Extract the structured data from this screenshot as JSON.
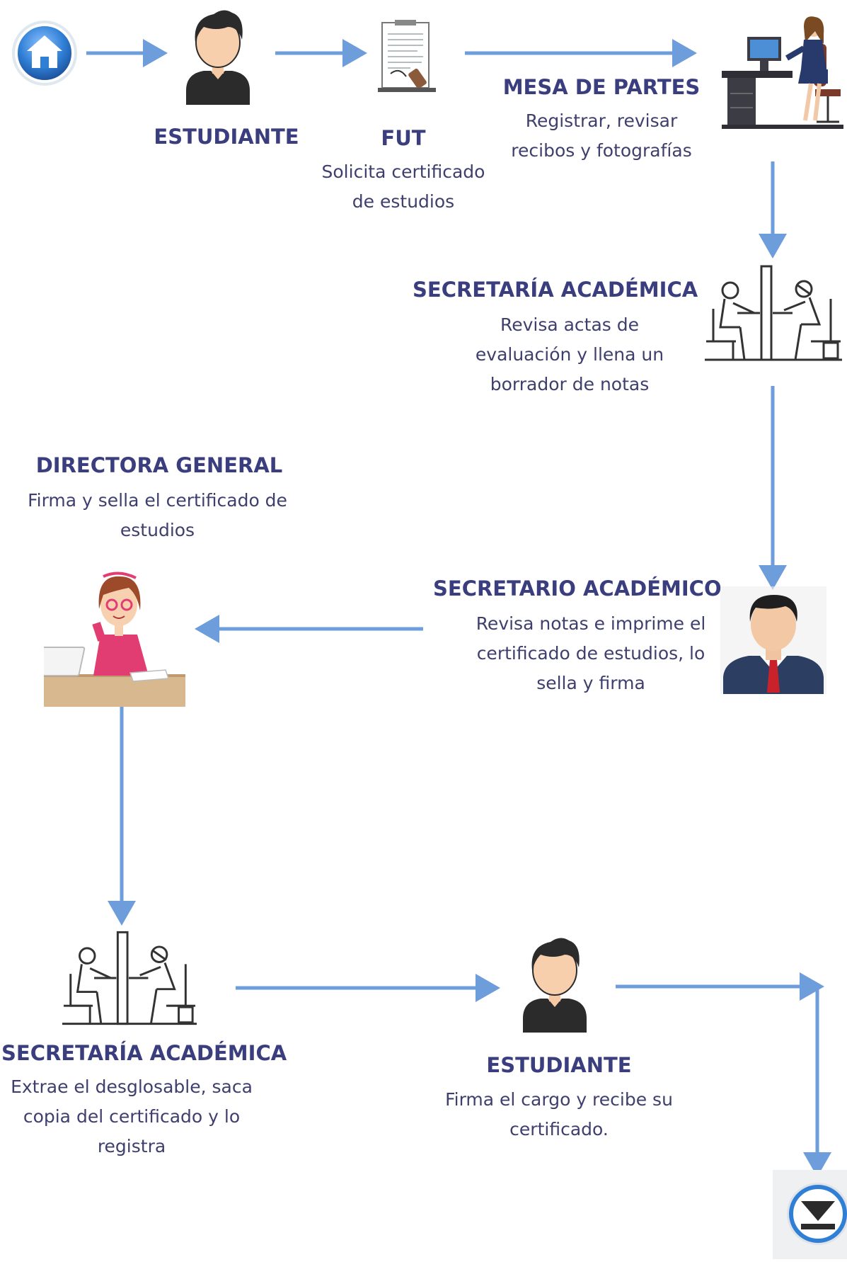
{
  "steps": {
    "estudiante_1": {
      "title": "ESTUDIANTE"
    },
    "fut": {
      "title": "FUT",
      "desc": [
        "Solicita certificado",
        "de estudios"
      ]
    },
    "mesa_partes": {
      "title": "MESA DE PARTES",
      "desc": [
        "Registrar, revisar",
        "recibos y fotografías"
      ]
    },
    "secretaria_1": {
      "title": "SECRETARÍA ACADÉMICA",
      "desc": [
        "Revisa actas de",
        "evaluación y llena un",
        "borrador de notas"
      ]
    },
    "secretario": {
      "title": "SECRETARIO ACADÉMICO",
      "desc": [
        "Revisa notas e imprime el",
        "certificado de estudios, lo",
        "sella y firma"
      ]
    },
    "directora": {
      "title": "DIRECTORA GENERAL",
      "desc": [
        "Firma y sella el certificado de",
        "estudios"
      ]
    },
    "secretaria_2": {
      "title": "SECRETARÍA ACADÉMICA",
      "desc": [
        "Extrae el desglosable, saca",
        "copia del certificado y lo",
        "registra"
      ]
    },
    "estudiante_2": {
      "title": "ESTUDIANTE",
      "desc": [
        "Firma el cargo y recibe su",
        "certificado."
      ]
    }
  },
  "icons": {
    "start": "home-icon",
    "end": "end-download-icon",
    "student": "student-avatar-icon",
    "fut": "form-document-icon",
    "mesa": "receptionist-desk-icon",
    "office": "office-workers-icon",
    "secretario": "businessman-icon",
    "directora": "woman-at-desk-icon"
  },
  "colors": {
    "arrow": "#6e9ddc",
    "title": "#3b3e7e",
    "text": "#3f3f6e",
    "home_blue": "#2f7fd6"
  }
}
